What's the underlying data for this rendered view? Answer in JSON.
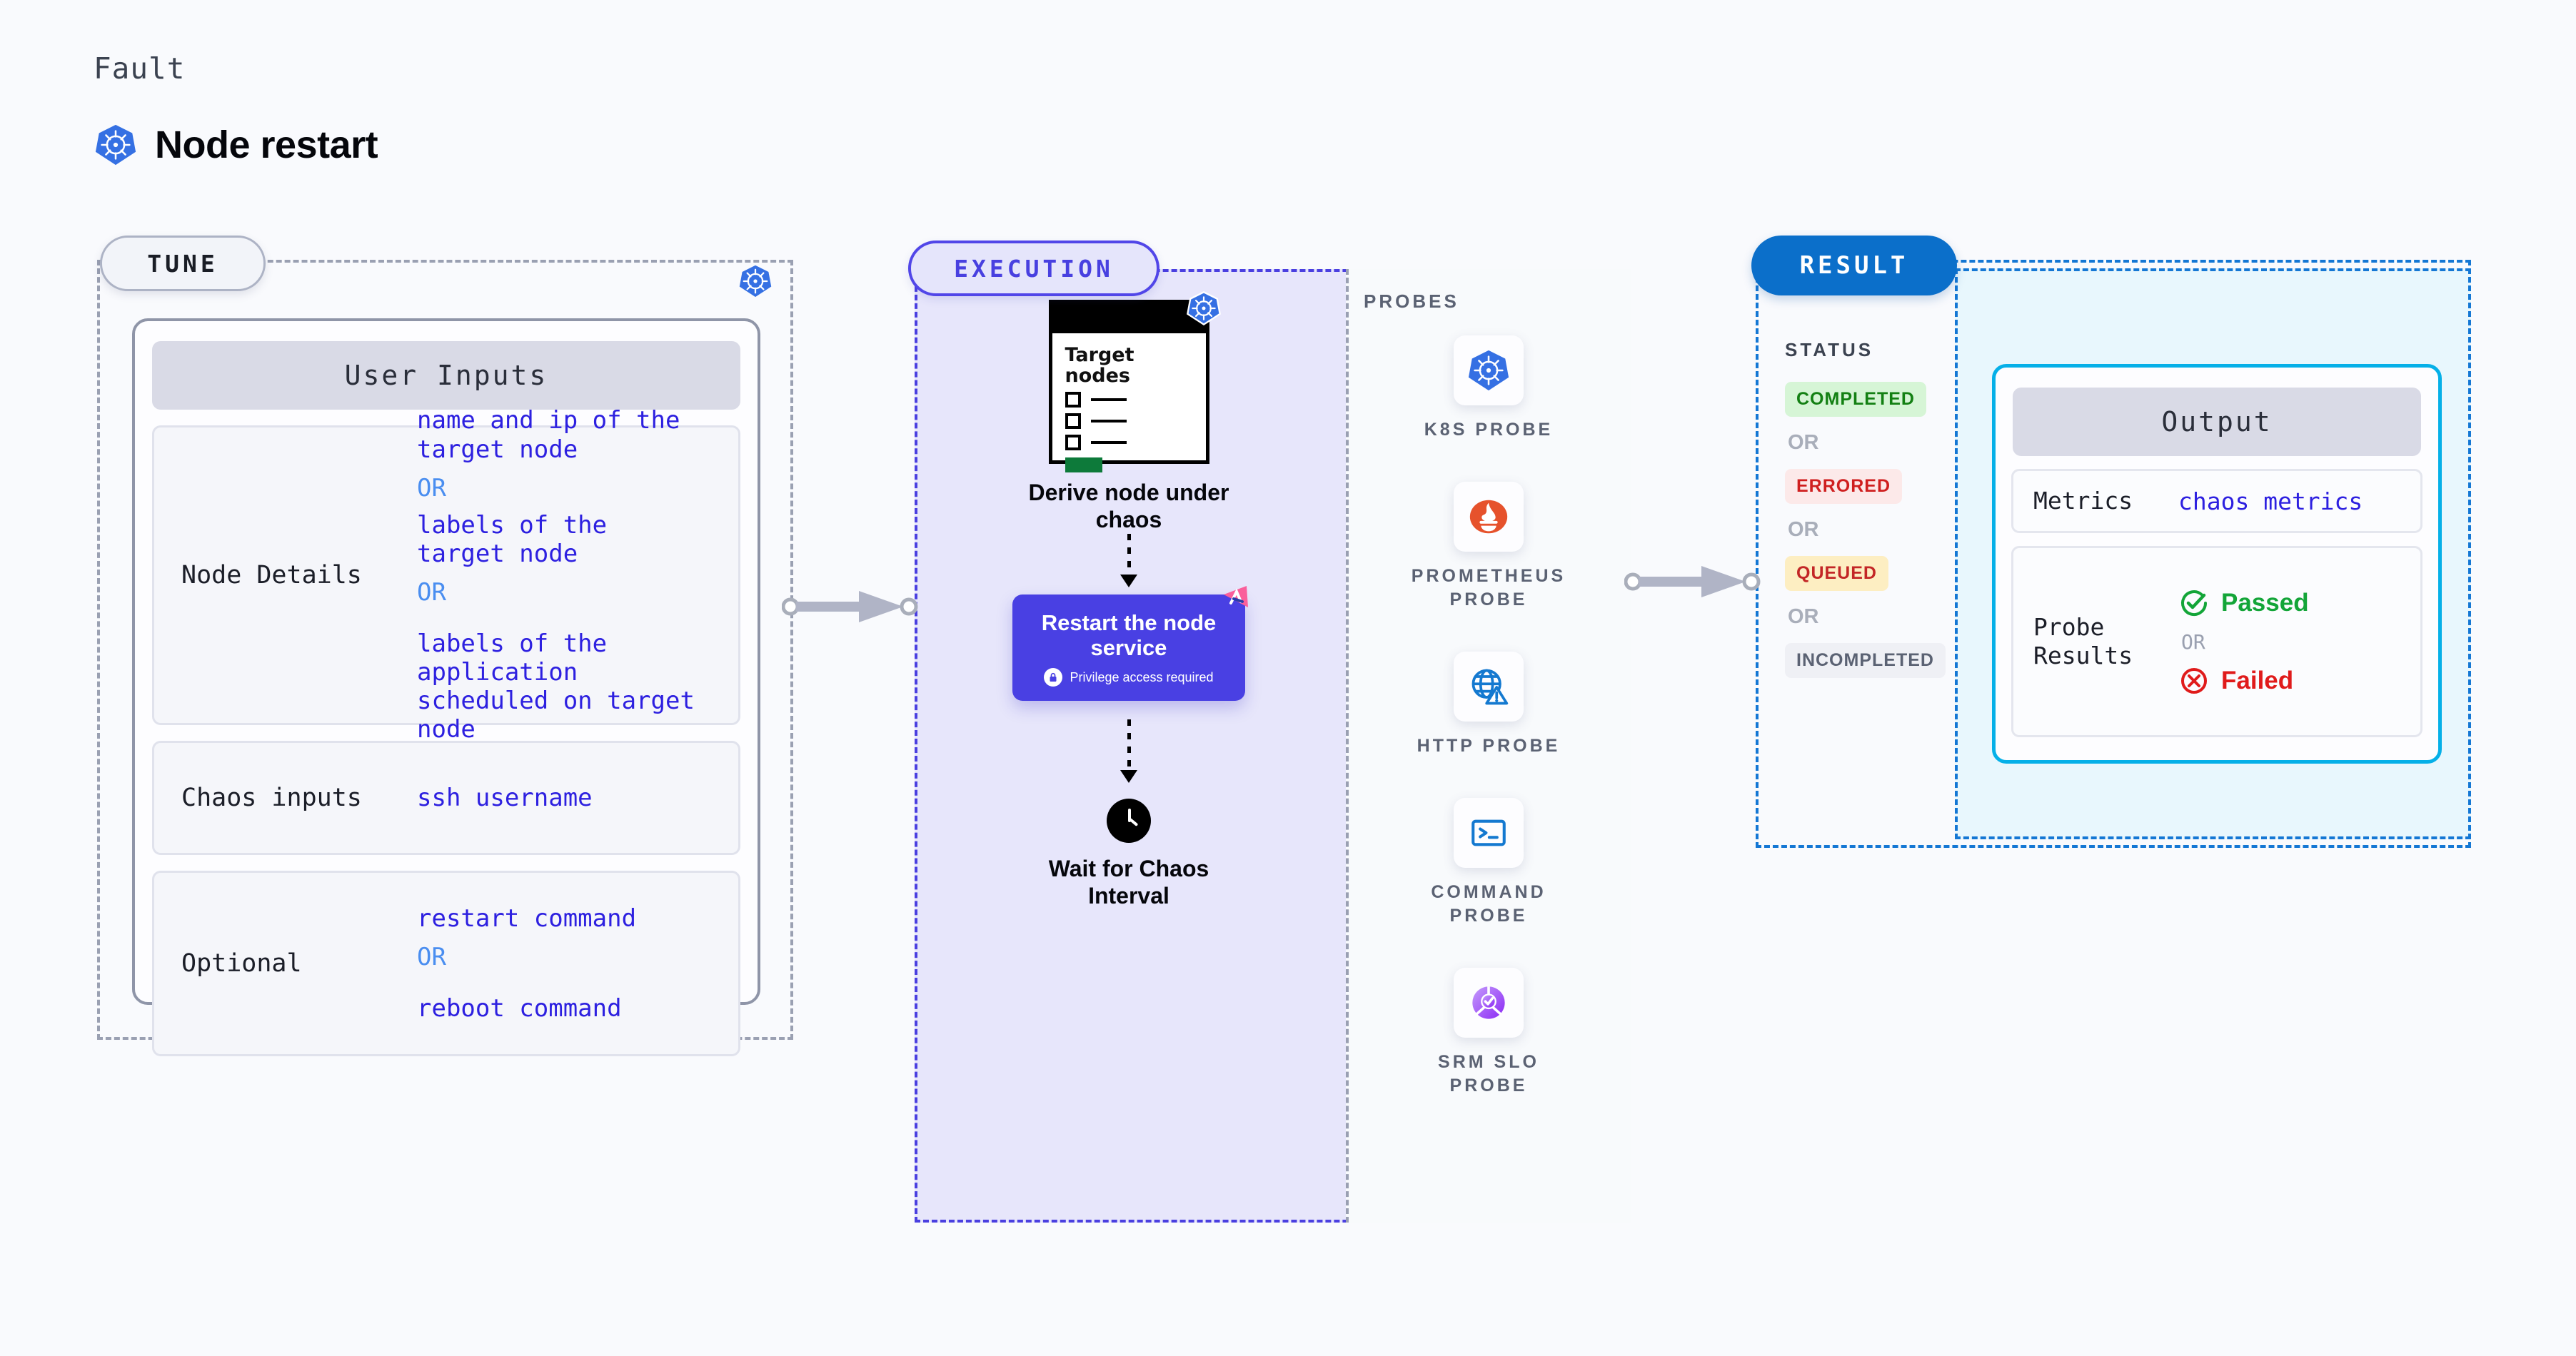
{
  "header": {
    "eyebrow": "Fault",
    "title": "Node restart",
    "icon": "kubernetes-icon"
  },
  "sections": {
    "tune": {
      "pill_label": "TUNE",
      "badge_icon": "kubernetes-icon"
    },
    "execution": {
      "pill_label": "EXECUTION"
    },
    "result": {
      "pill_label": "RESULT"
    }
  },
  "tune": {
    "panel_title": "User Inputs",
    "rows": [
      {
        "label": "Node Details",
        "values": [
          {
            "text": "name and ip of the",
            "kind": "value"
          },
          {
            "text": "target node",
            "kind": "value"
          },
          {
            "text": "OR",
            "kind": "or"
          },
          {
            "text": "labels of the",
            "kind": "value"
          },
          {
            "text": "target node",
            "kind": "value"
          },
          {
            "text": "OR",
            "kind": "or"
          },
          {
            "text": "labels of the application",
            "kind": "value"
          },
          {
            "text": " scheduled on target node",
            "kind": "value"
          }
        ]
      },
      {
        "label": "Chaos inputs",
        "values": [
          {
            "text": "ssh username",
            "kind": "value"
          }
        ]
      },
      {
        "label": "Optional",
        "values": [
          {
            "text": "restart command",
            "kind": "value"
          },
          {
            "text": "OR",
            "kind": "or"
          },
          {
            "text": "reboot command",
            "kind": "value"
          }
        ]
      }
    ]
  },
  "execution": {
    "target_card": {
      "title_line1": "Target",
      "title_line2": "nodes",
      "badge_icon": "kubernetes-icon"
    },
    "step1_caption_line1": "Derive node under",
    "step1_caption_line2": "chaos",
    "step2": {
      "title_line1": "Restart the node",
      "title_line2": "service",
      "note": "Privilege access required",
      "note_icon": "lock-icon",
      "corner_icon": "litmus-flag-icon"
    },
    "step3": {
      "icon": "clock-icon",
      "caption_line1": "Wait for Chaos",
      "caption_line2": "Interval"
    }
  },
  "probes": {
    "title": "PROBES",
    "items": [
      {
        "label_line1": "K8S  PROBE",
        "label_line2": "",
        "icon": "kubernetes-icon"
      },
      {
        "label_line1": "PROMETHEUS",
        "label_line2": "PROBE",
        "icon": "prometheus-icon"
      },
      {
        "label_line1": "HTTP  PROBE",
        "label_line2": "",
        "icon": "http-globe-warning-icon"
      },
      {
        "label_line1": "COMMAND",
        "label_line2": "PROBE",
        "icon": "terminal-icon"
      },
      {
        "label_line1": "SRM  SLO",
        "label_line2": "PROBE",
        "icon": "srm-slo-donut-icon"
      }
    ]
  },
  "result": {
    "status_title": "STATUS",
    "statuses": [
      {
        "label": "COMPLETED",
        "style": "completed"
      },
      {
        "label": "OR",
        "style": "or"
      },
      {
        "label": "ERRORED",
        "style": "errored"
      },
      {
        "label": "OR",
        "style": "or"
      },
      {
        "label": "QUEUED",
        "style": "queued"
      },
      {
        "label": "OR",
        "style": "or"
      },
      {
        "label": "INCOMPLETED",
        "style": "incomplete"
      }
    ],
    "output": {
      "panel_title": "Output",
      "metrics_label": "Metrics",
      "metrics_value": "chaos metrics",
      "probe_results_label_line1": "Probe",
      "probe_results_label_line2": "Results",
      "passed_label": "Passed",
      "passed_icon": "check-circle-icon",
      "or_label": "OR",
      "failed_label": "Failed",
      "failed_icon": "x-circle-icon"
    }
  },
  "colors": {
    "background": "#f9fafd",
    "kubernetes_blue": "#3570e3",
    "execution_purple": "#4940e3",
    "execution_bg": "#e7e6fb",
    "result_blue": "#0b6fca",
    "output_border": "#05b0e8",
    "output_bg": "#e8f7fd",
    "value_indigo": "#2d20e0",
    "or_blue": "#4a8ef0",
    "passed_green": "#13a538",
    "failed_red": "#e01b1b",
    "pink_flag": "#fa5f9b"
  }
}
